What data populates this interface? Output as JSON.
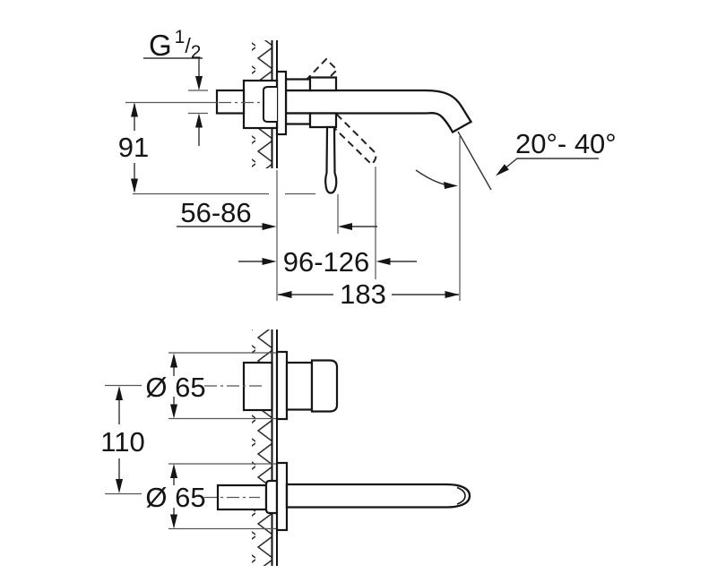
{
  "colors": {
    "background": "#ffffff",
    "line": "#151515",
    "thin_line": "#555555"
  },
  "side_view": {
    "thread_label": {
      "prefix": "G",
      "numerator": "1",
      "slash": "/",
      "denominator": "2"
    },
    "dim_height": "91",
    "dim_depth_range": "56-86",
    "dim_lever_range": "96-126",
    "dim_reach": "183",
    "dim_angle": "20°- 40°"
  },
  "front_view": {
    "dim_handle_diameter": "Ø 65",
    "dim_spout_diameter": "Ø 65",
    "dim_spacing": "110"
  }
}
